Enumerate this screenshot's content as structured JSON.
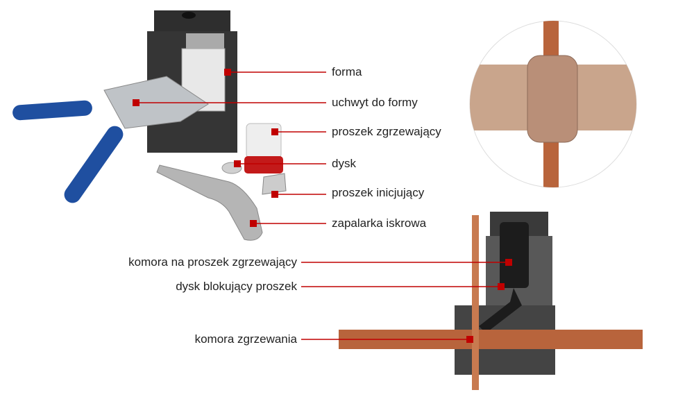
{
  "colors": {
    "leader": "#c00000",
    "copper": "#b8643c",
    "graphite": "#3a3a3a",
    "handle": "#1f4fa0"
  },
  "labels_top": [
    {
      "id": "forma",
      "text": "forma"
    },
    {
      "id": "uchwyt",
      "text": "uchwyt do formy"
    },
    {
      "id": "proszek-zgrz",
      "text": "proszek zgrzewający"
    },
    {
      "id": "dysk",
      "text": "dysk"
    },
    {
      "id": "proszek-inic",
      "text": "proszek inicjujący"
    },
    {
      "id": "zapalarka",
      "text": "zapalarka iskrowa"
    }
  ],
  "labels_bottom": [
    {
      "id": "komora-proszek",
      "text": "komora na proszek zgrzewający"
    },
    {
      "id": "dysk-blok",
      "text": "dysk blokujący proszek"
    },
    {
      "id": "komora-zgrz",
      "text": "komora zgrzewania"
    }
  ]
}
